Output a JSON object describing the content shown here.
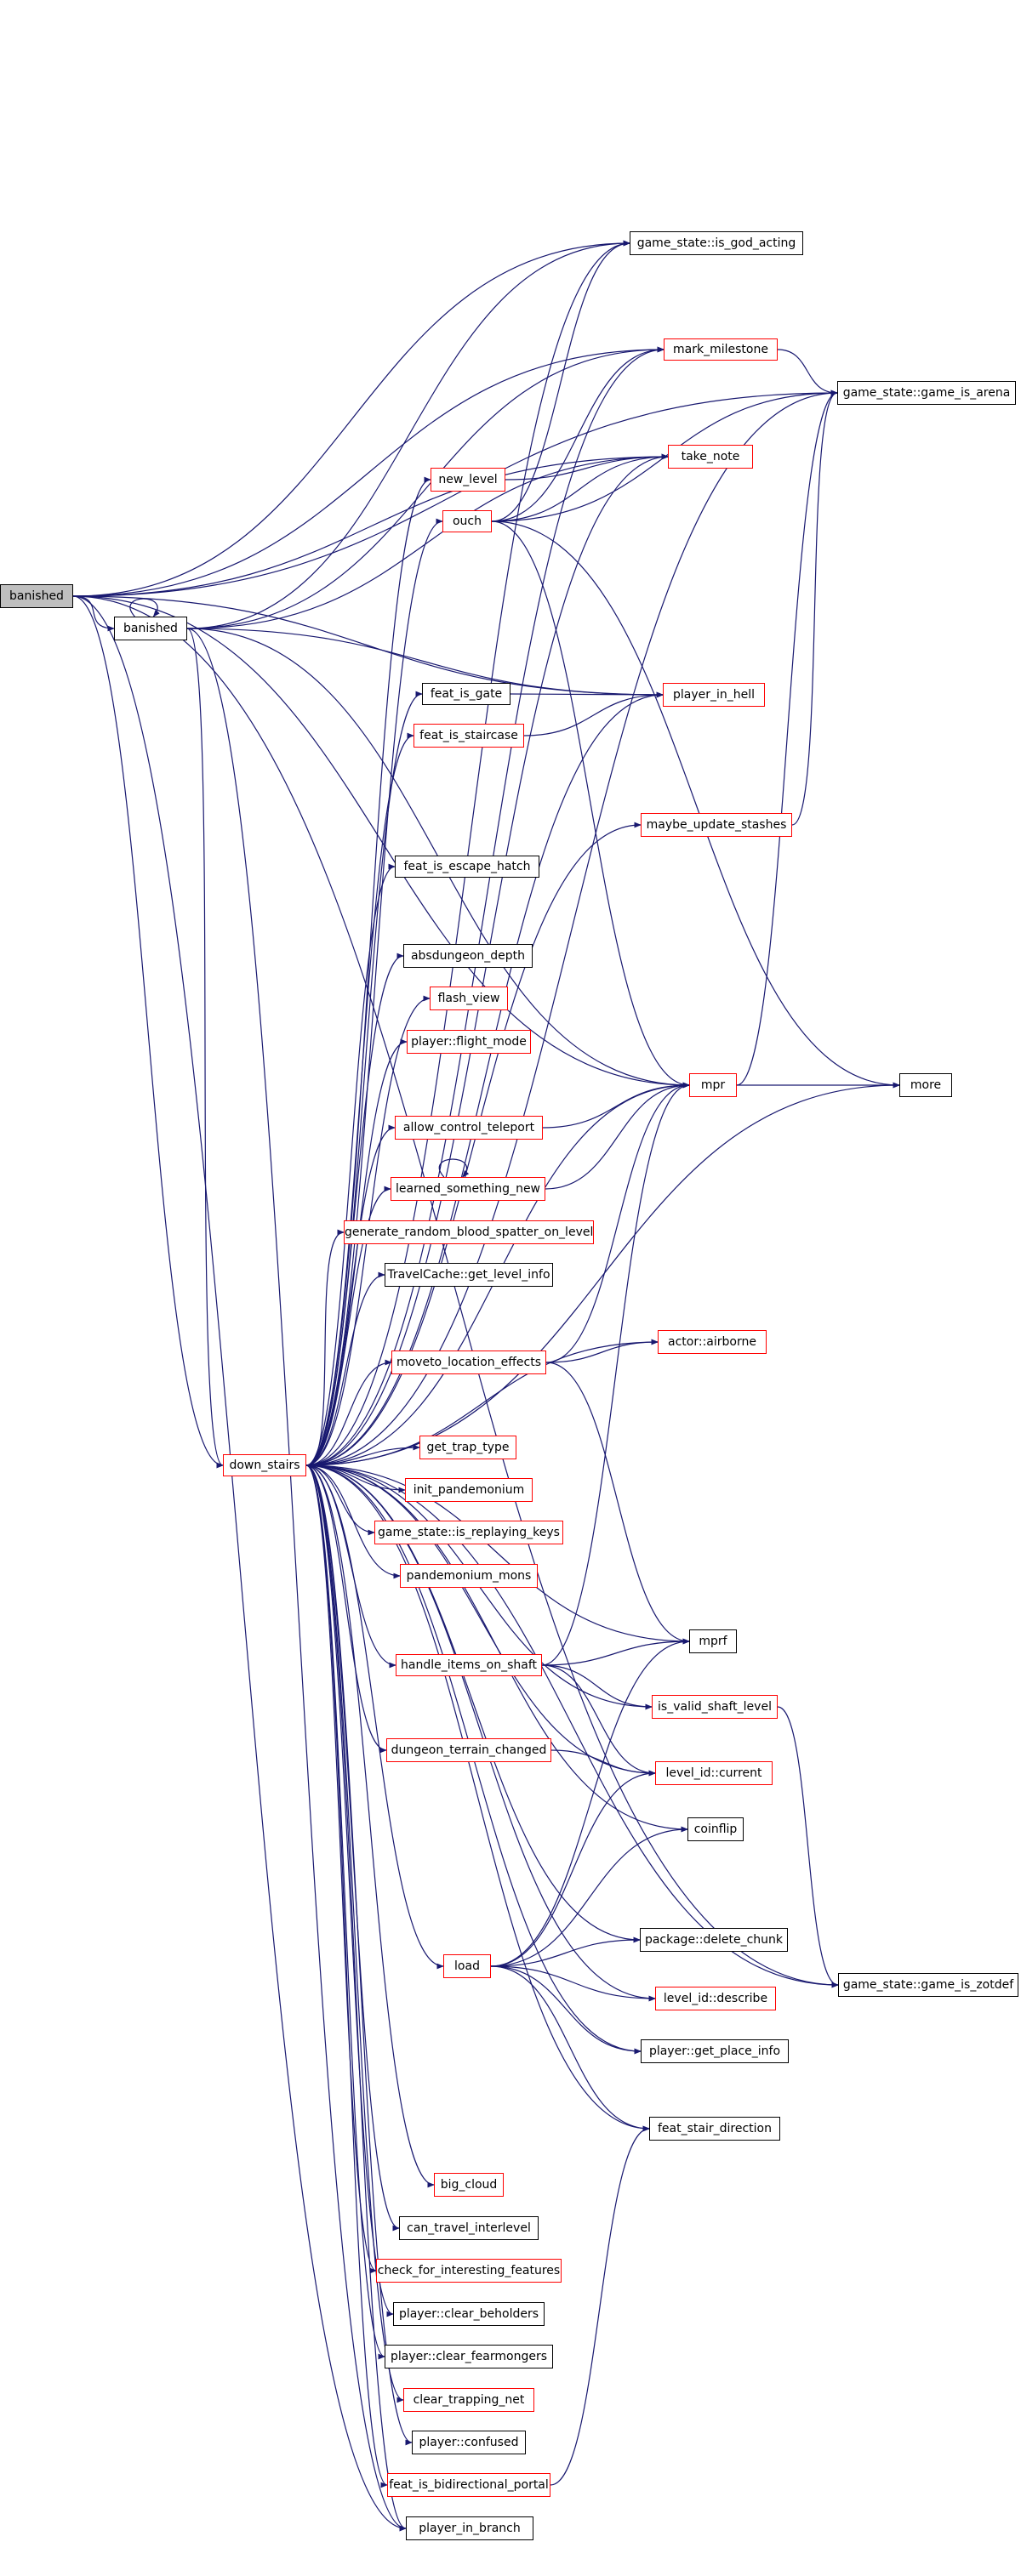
{
  "graph": {
    "edge_color": "#191970",
    "border_colors": {
      "red": "#ff0000",
      "black": "#000000"
    },
    "root_fill": "#bfbfbf",
    "nodes": {
      "banished_root": {
        "label": "banished",
        "border": "black",
        "root": true
      },
      "banished": {
        "label": "banished",
        "border": "black"
      },
      "down_stairs": {
        "label": "down_stairs",
        "border": "red"
      },
      "game_state_is_god_acting": {
        "label": "game_state::is_god_acting",
        "border": "black"
      },
      "mark_milestone": {
        "label": "mark_milestone",
        "border": "red"
      },
      "game_state_game_is_arena": {
        "label": "game_state::game_is_arena",
        "border": "black"
      },
      "take_note": {
        "label": "take_note",
        "border": "red"
      },
      "new_level": {
        "label": "new_level",
        "border": "red"
      },
      "ouch": {
        "label": "ouch",
        "border": "red"
      },
      "player_in_hell": {
        "label": "player_in_hell",
        "border": "red"
      },
      "feat_is_gate": {
        "label": "feat_is_gate",
        "border": "black"
      },
      "feat_is_staircase": {
        "label": "feat_is_staircase",
        "border": "red"
      },
      "maybe_update_stashes": {
        "label": "maybe_update_stashes",
        "border": "red"
      },
      "feat_is_escape_hatch": {
        "label": "feat_is_escape_hatch",
        "border": "black"
      },
      "absdungeon_depth": {
        "label": "absdungeon_depth",
        "border": "black"
      },
      "flash_view": {
        "label": "flash_view",
        "border": "red"
      },
      "player_flight_mode": {
        "label": "player::flight_mode",
        "border": "red"
      },
      "mpr": {
        "label": "mpr",
        "border": "red"
      },
      "more": {
        "label": "more",
        "border": "black"
      },
      "allow_control_teleport": {
        "label": "allow_control_teleport",
        "border": "red"
      },
      "learned_something_new": {
        "label": "learned_something_new",
        "border": "red"
      },
      "generate_random_blood": {
        "label": "generate_random_blood_spatter_on_level",
        "border": "red"
      },
      "travelcache_get_level_info": {
        "label": "TravelCache::get_level_info",
        "border": "black"
      },
      "actor_airborne": {
        "label": "actor::airborne",
        "border": "red"
      },
      "moveto_location_effects": {
        "label": "moveto_location_effects",
        "border": "red"
      },
      "get_trap_type": {
        "label": "get_trap_type",
        "border": "red"
      },
      "init_pandemonium": {
        "label": "init_pandemonium",
        "border": "red"
      },
      "game_state_is_replaying_keys": {
        "label": "game_state::is_replaying_keys",
        "border": "red"
      },
      "pandemonium_mons": {
        "label": "pandemonium_mons",
        "border": "red"
      },
      "mprf": {
        "label": "mprf",
        "border": "black"
      },
      "handle_items_on_shaft": {
        "label": "handle_items_on_shaft",
        "border": "red"
      },
      "is_valid_shaft_level": {
        "label": "is_valid_shaft_level",
        "border": "red"
      },
      "dungeon_terrain_changed": {
        "label": "dungeon_terrain_changed",
        "border": "red"
      },
      "level_id_current": {
        "label": "level_id::current",
        "border": "red"
      },
      "coinflip": {
        "label": "coinflip",
        "border": "black"
      },
      "package_delete_chunk": {
        "label": "package::delete_chunk",
        "border": "black"
      },
      "game_state_game_is_zotdef": {
        "label": "game_state::game_is_zotdef",
        "border": "black"
      },
      "load": {
        "label": "load",
        "border": "red"
      },
      "level_id_describe": {
        "label": "level_id::describe",
        "border": "red"
      },
      "player_get_place_info": {
        "label": "player::get_place_info",
        "border": "black"
      },
      "feat_stair_direction": {
        "label": "feat_stair_direction",
        "border": "black"
      },
      "big_cloud": {
        "label": "big_cloud",
        "border": "red"
      },
      "can_travel_interlevel": {
        "label": "can_travel_interlevel",
        "border": "black"
      },
      "check_for_interesting_features": {
        "label": "check_for_interesting_features",
        "border": "red"
      },
      "player_clear_beholders": {
        "label": "player::clear_beholders",
        "border": "black"
      },
      "player_clear_fearmongers": {
        "label": "player::clear_fearmongers",
        "border": "black"
      },
      "clear_trapping_net": {
        "label": "clear_trapping_net",
        "border": "red"
      },
      "player_confused": {
        "label": "player::confused",
        "border": "black"
      },
      "feat_is_bidirectional_portal": {
        "label": "feat_is_bidirectional_portal",
        "border": "red"
      },
      "player_in_branch": {
        "label": "player_in_branch",
        "border": "black"
      }
    },
    "edges": [
      [
        "banished_root",
        "banished"
      ],
      [
        "banished_root",
        "down_stairs"
      ],
      [
        "banished_root",
        "game_state_is_god_acting"
      ],
      [
        "banished_root",
        "mark_milestone"
      ],
      [
        "banished_root",
        "game_state_game_is_arena"
      ],
      [
        "banished_root",
        "take_note"
      ],
      [
        "banished_root",
        "player_in_hell"
      ],
      [
        "banished_root",
        "mpr"
      ],
      [
        "banished_root",
        "player_in_branch"
      ],
      [
        "banished_root",
        "game_state_game_is_zotdef"
      ],
      [
        "banished",
        "banished"
      ],
      [
        "banished",
        "down_stairs"
      ],
      [
        "banished",
        "game_state_is_god_acting"
      ],
      [
        "banished",
        "mark_milestone"
      ],
      [
        "banished",
        "take_note"
      ],
      [
        "banished",
        "player_in_hell"
      ],
      [
        "banished",
        "mpr"
      ],
      [
        "banished",
        "player_in_branch"
      ],
      [
        "down_stairs",
        "game_state_is_god_acting"
      ],
      [
        "down_stairs",
        "mark_milestone"
      ],
      [
        "down_stairs",
        "game_state_game_is_arena"
      ],
      [
        "down_stairs",
        "take_note"
      ],
      [
        "down_stairs",
        "new_level"
      ],
      [
        "down_stairs",
        "ouch"
      ],
      [
        "down_stairs",
        "player_in_hell"
      ],
      [
        "down_stairs",
        "feat_is_gate"
      ],
      [
        "down_stairs",
        "feat_is_staircase"
      ],
      [
        "down_stairs",
        "maybe_update_stashes"
      ],
      [
        "down_stairs",
        "feat_is_escape_hatch"
      ],
      [
        "down_stairs",
        "absdungeon_depth"
      ],
      [
        "down_stairs",
        "flash_view"
      ],
      [
        "down_stairs",
        "player_flight_mode"
      ],
      [
        "down_stairs",
        "mpr"
      ],
      [
        "down_stairs",
        "allow_control_teleport"
      ],
      [
        "down_stairs",
        "learned_something_new"
      ],
      [
        "down_stairs",
        "generate_random_blood"
      ],
      [
        "down_stairs",
        "travelcache_get_level_info"
      ],
      [
        "down_stairs",
        "actor_airborne"
      ],
      [
        "down_stairs",
        "moveto_location_effects"
      ],
      [
        "down_stairs",
        "more"
      ],
      [
        "down_stairs",
        "get_trap_type"
      ],
      [
        "down_stairs",
        "init_pandemonium"
      ],
      [
        "down_stairs",
        "game_state_is_replaying_keys"
      ],
      [
        "down_stairs",
        "pandemonium_mons"
      ],
      [
        "down_stairs",
        "mprf"
      ],
      [
        "down_stairs",
        "handle_items_on_shaft"
      ],
      [
        "down_stairs",
        "is_valid_shaft_level"
      ],
      [
        "down_stairs",
        "dungeon_terrain_changed"
      ],
      [
        "down_stairs",
        "level_id_current"
      ],
      [
        "down_stairs",
        "coinflip"
      ],
      [
        "down_stairs",
        "package_delete_chunk"
      ],
      [
        "down_stairs",
        "game_state_game_is_zotdef"
      ],
      [
        "down_stairs",
        "load"
      ],
      [
        "down_stairs",
        "level_id_describe"
      ],
      [
        "down_stairs",
        "player_get_place_info"
      ],
      [
        "down_stairs",
        "feat_stair_direction"
      ],
      [
        "down_stairs",
        "big_cloud"
      ],
      [
        "down_stairs",
        "can_travel_interlevel"
      ],
      [
        "down_stairs",
        "check_for_interesting_features"
      ],
      [
        "down_stairs",
        "player_clear_beholders"
      ],
      [
        "down_stairs",
        "player_clear_fearmongers"
      ],
      [
        "down_stairs",
        "clear_trapping_net"
      ],
      [
        "down_stairs",
        "player_confused"
      ],
      [
        "down_stairs",
        "feat_is_bidirectional_portal"
      ],
      [
        "down_stairs",
        "player_in_branch"
      ],
      [
        "mark_milestone",
        "game_state_game_is_arena"
      ],
      [
        "new_level",
        "take_note"
      ],
      [
        "ouch",
        "game_state_is_god_acting"
      ],
      [
        "ouch",
        "mark_milestone"
      ],
      [
        "ouch",
        "take_note"
      ],
      [
        "ouch",
        "game_state_game_is_arena"
      ],
      [
        "ouch",
        "mpr"
      ],
      [
        "ouch",
        "more"
      ],
      [
        "feat_is_gate",
        "player_in_hell"
      ],
      [
        "feat_is_staircase",
        "player_in_hell"
      ],
      [
        "maybe_update_stashes",
        "game_state_game_is_arena"
      ],
      [
        "mpr",
        "game_state_game_is_arena"
      ],
      [
        "mpr",
        "more"
      ],
      [
        "allow_control_teleport",
        "mpr"
      ],
      [
        "learned_something_new",
        "learned_something_new"
      ],
      [
        "learned_something_new",
        "mpr"
      ],
      [
        "moveto_location_effects",
        "mpr"
      ],
      [
        "moveto_location_effects",
        "actor_airborne"
      ],
      [
        "moveto_location_effects",
        "mprf"
      ],
      [
        "handle_items_on_shaft",
        "mpr"
      ],
      [
        "handle_items_on_shaft",
        "mprf"
      ],
      [
        "handle_items_on_shaft",
        "is_valid_shaft_level"
      ],
      [
        "handle_items_on_shaft",
        "level_id_current"
      ],
      [
        "is_valid_shaft_level",
        "game_state_game_is_zotdef"
      ],
      [
        "dungeon_terrain_changed",
        "level_id_current"
      ],
      [
        "load",
        "mprf"
      ],
      [
        "load",
        "level_id_current"
      ],
      [
        "load",
        "coinflip"
      ],
      [
        "load",
        "package_delete_chunk"
      ],
      [
        "load",
        "level_id_describe"
      ],
      [
        "load",
        "player_get_place_info"
      ],
      [
        "load",
        "feat_stair_direction"
      ],
      [
        "feat_is_bidirectional_portal",
        "feat_stair_direction"
      ]
    ]
  }
}
